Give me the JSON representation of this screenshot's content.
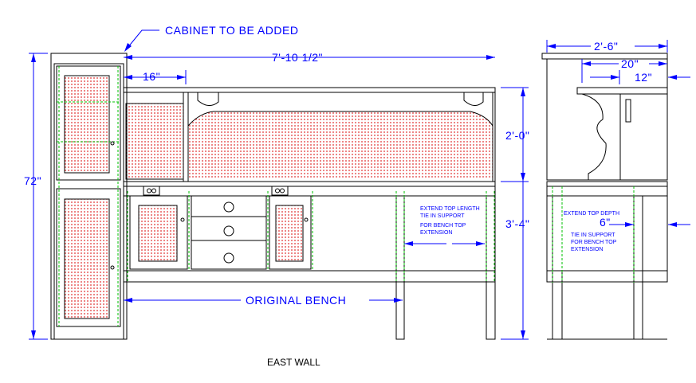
{
  "labels": {
    "cabinet_note": "CABINET TO BE ADDED",
    "overall_width": "7'-10 1/2\"",
    "left_section": "16\"",
    "height_total": "72\"",
    "upper_height": "2'-0\"",
    "lower_height": "3'-4\"",
    "original_bench": "ORIGINAL BENCH",
    "east_wall": "EAST WALL",
    "side_depth": "2'-6\"",
    "side_20": "20\"",
    "side_12": "12\"",
    "side_6": "6\""
  },
  "notes": {
    "front_line1": "EXTEND TOP LENGTH",
    "front_line2": "TIE IN SUPPORT",
    "front_line3": "FOR BENCH TOP",
    "front_line4": "EXTENSION",
    "side_line1": "EXTEND TOP DEPTH",
    "side_line2": "TIE IN SUPPORT",
    "side_line3": "FOR BENCH TOP",
    "side_line4": "EXTENSION"
  },
  "colors": {
    "outline": "#000000",
    "dimension": "#0000ff",
    "hidden": "#00c000",
    "pegboard": "#e03030"
  }
}
